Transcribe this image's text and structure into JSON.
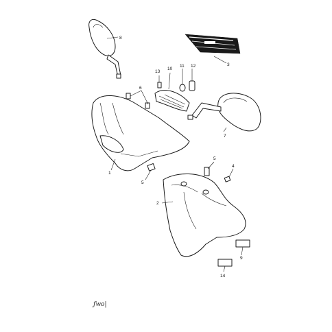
{
  "callouts": [
    {
      "id": "p1",
      "label": "1"
    },
    {
      "id": "p2",
      "label": "2"
    },
    {
      "id": "p3",
      "label": "3"
    },
    {
      "id": "p4",
      "label": "4"
    },
    {
      "id": "p5a",
      "label": "5"
    },
    {
      "id": "p5b",
      "label": "5"
    },
    {
      "id": "p6",
      "label": "6"
    },
    {
      "id": "p7",
      "label": "7"
    },
    {
      "id": "p8",
      "label": "8"
    },
    {
      "id": "p9",
      "label": "9"
    },
    {
      "id": "p10",
      "label": "10"
    },
    {
      "id": "p11",
      "label": "11"
    },
    {
      "id": "p12",
      "label": "12"
    },
    {
      "id": "p13",
      "label": "13"
    },
    {
      "id": "p14",
      "label": "14"
    }
  ],
  "signature": "ƒwo|"
}
